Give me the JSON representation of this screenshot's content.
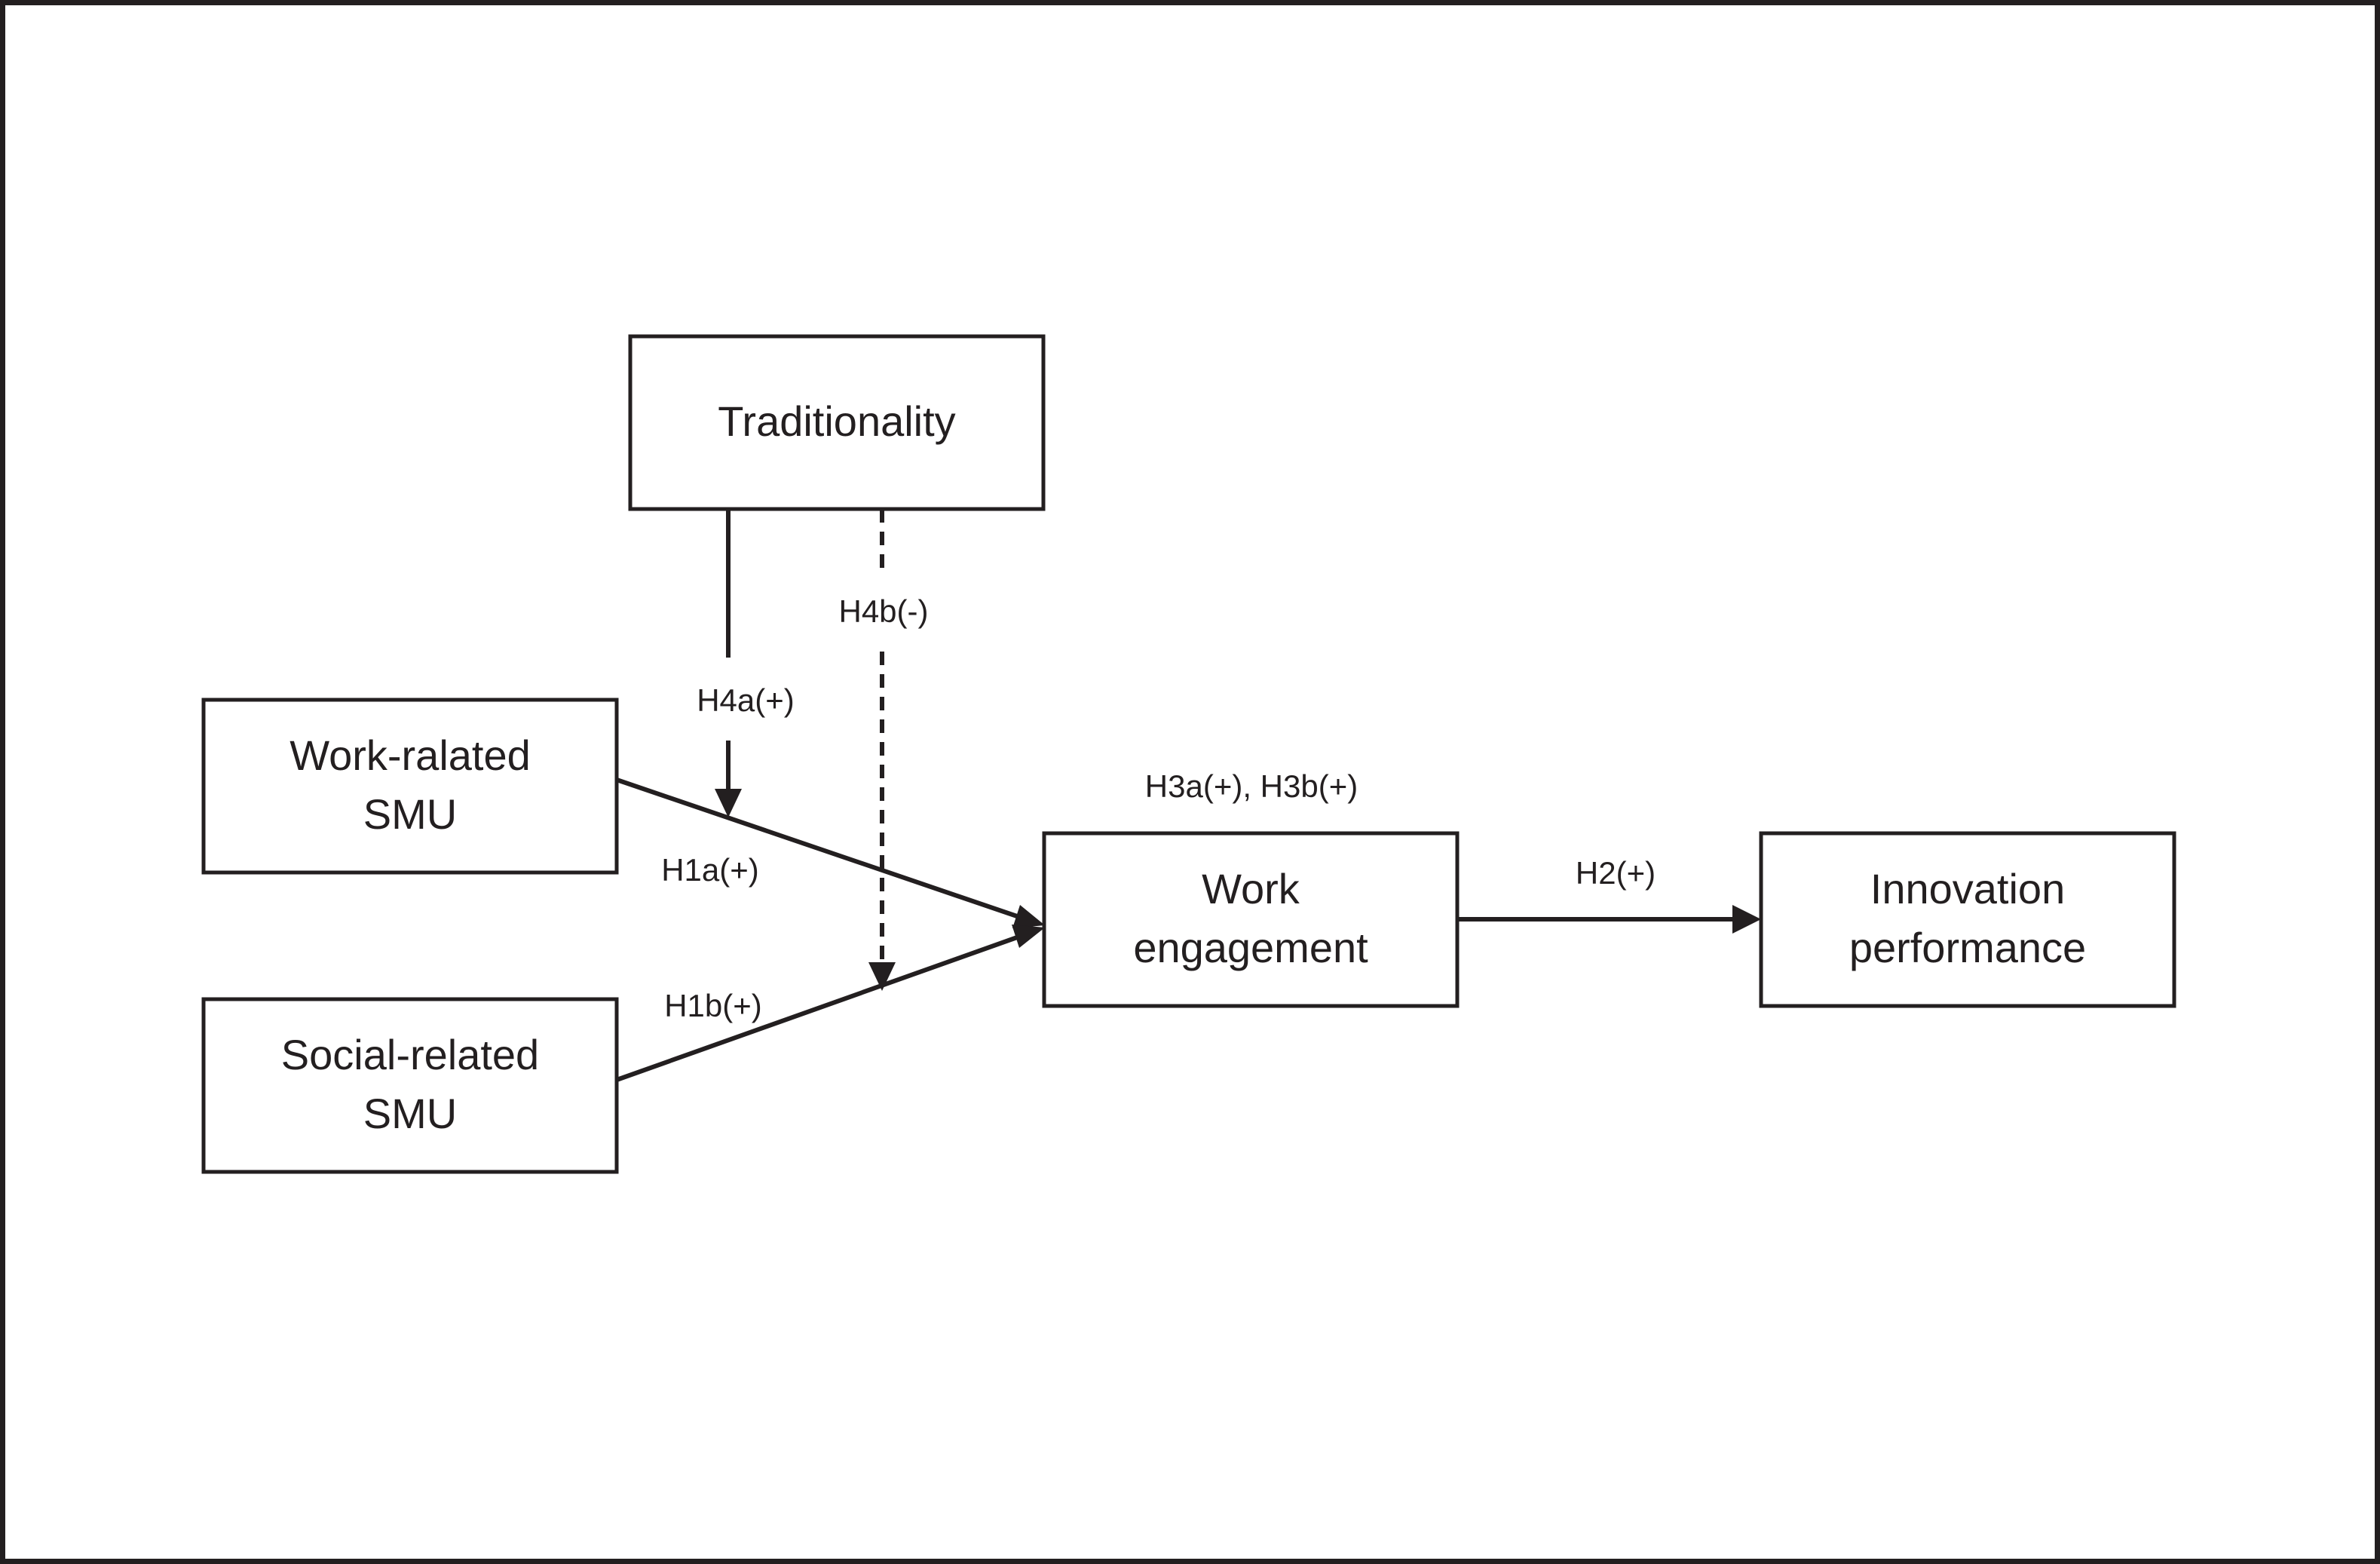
{
  "nodes": {
    "traditionality": {
      "lines": [
        "Traditionality"
      ]
    },
    "work_related_smu": {
      "lines": [
        "Work-ralated",
        "SMU"
      ]
    },
    "social_related_smu": {
      "lines": [
        "Social-related",
        "SMU"
      ]
    },
    "work_engagement": {
      "lines": [
        "Work",
        "engagement"
      ]
    },
    "innovation_performance": {
      "lines": [
        "Innovation",
        "performance"
      ]
    }
  },
  "labels": {
    "h4a": "H4a(+)",
    "h4b": "H4b(-)",
    "h1a": "H1a(+)",
    "h1b": "H1b(+)",
    "h3": "H3a(+), H3b(+)",
    "h2": "H2(+)"
  },
  "edges": [
    {
      "from": "work_related_smu",
      "to": "work_engagement",
      "label": "H1a(+)",
      "style": "solid"
    },
    {
      "from": "social_related_smu",
      "to": "work_engagement",
      "label": "H1b(+)",
      "style": "solid"
    },
    {
      "from": "work_engagement",
      "to": "innovation_performance",
      "label": "H2(+)",
      "style": "solid"
    },
    {
      "from": "traditionality",
      "to": "work_related_smu->work_engagement",
      "label": "H4a(+)",
      "style": "solid"
    },
    {
      "from": "traditionality",
      "to": "social_related_smu->work_engagement",
      "label": "H4b(-)",
      "style": "dashed"
    }
  ],
  "colors": {
    "ink": "#231f20",
    "background": "#ffffff"
  }
}
